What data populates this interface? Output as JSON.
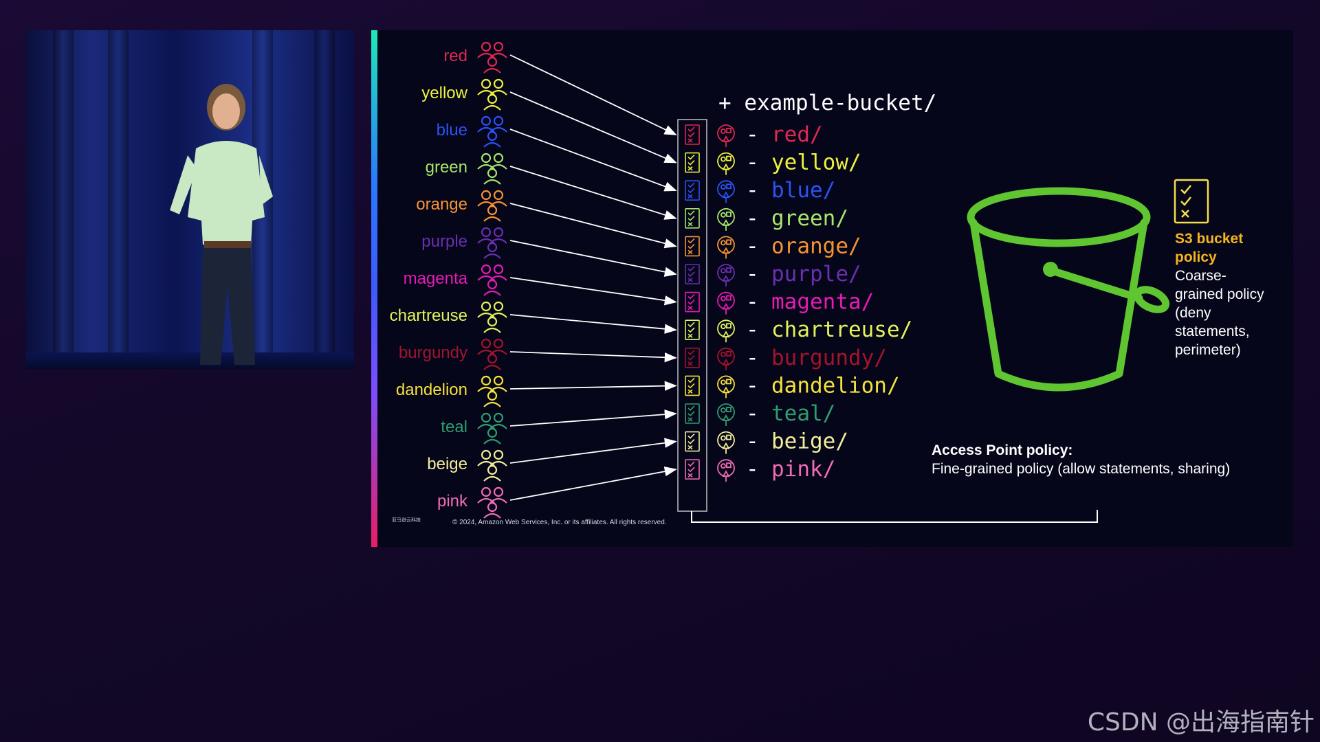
{
  "slide": {
    "bucket_root": "+ example-bucket/",
    "groups": [
      {
        "label": "red",
        "folder": "- red/",
        "color": "#e0274f"
      },
      {
        "label": "yellow",
        "folder": "- yellow/",
        "color": "#eef23e"
      },
      {
        "label": "blue",
        "folder": "- blue/",
        "color": "#2b52f5"
      },
      {
        "label": "green",
        "folder": "- green/",
        "color": "#a8e66a"
      },
      {
        "label": "orange",
        "folder": "- orange/",
        "color": "#f79432"
      },
      {
        "label": "purple",
        "folder": "- purple/",
        "color": "#6a2fb0"
      },
      {
        "label": "magenta",
        "folder": "- magenta/",
        "color": "#e81ab4"
      },
      {
        "label": "chartreuse",
        "folder": "- chartreuse/",
        "color": "#e3f25a"
      },
      {
        "label": "burgundy",
        "folder": "- burgundy/",
        "color": "#a3142c"
      },
      {
        "label": "dandelion",
        "folder": "- dandelion/",
        "color": "#f5e23a"
      },
      {
        "label": "teal",
        "folder": "- teal/",
        "color": "#2f9e6e"
      },
      {
        "label": "beige",
        "folder": "- beige/",
        "color": "#f3ee9a"
      },
      {
        "label": "pink",
        "folder": "- pink/",
        "color": "#f06bb6"
      }
    ],
    "s3_policy": {
      "title": "S3 bucket policy",
      "description": "Coarse-grained policy (deny statements, perimeter)"
    },
    "access_point_policy": {
      "title": "Access Point policy:",
      "description": "Fine-grained policy (allow statements, sharing)"
    },
    "copyright": "© 2024, Amazon Web Services, Inc. or its affiliates. All rights reserved.",
    "logo_text": "亚马逊云科技",
    "colors": {
      "bucket": "#5fc531",
      "policy_title": "#f5b51f",
      "policy_icon": "#f5e04a"
    }
  },
  "watermark": "CSDN @出海指南针"
}
